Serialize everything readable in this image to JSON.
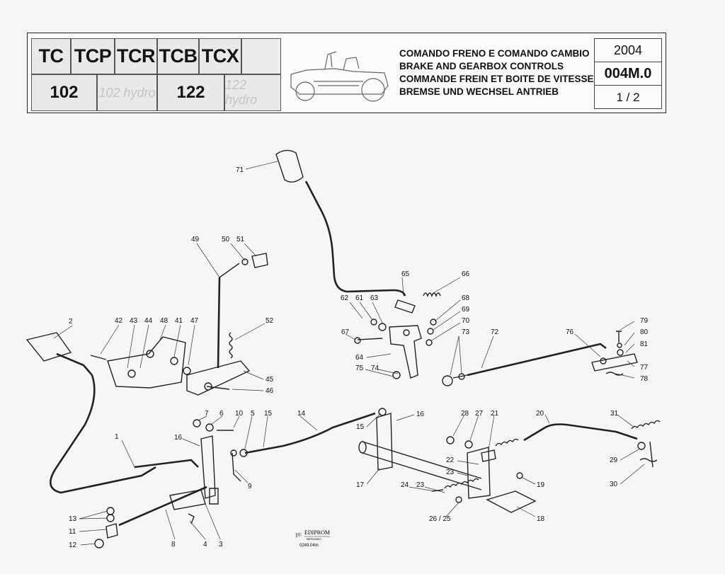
{
  "header": {
    "models": [
      "TC",
      "TCP",
      "TCR",
      "TCB",
      "TCX"
    ],
    "numbers": [
      "102",
      "102 hydro",
      "122",
      "122 hydro"
    ],
    "titles": [
      "COMANDO FRENO E COMANDO CAMBIO",
      "BRAKE AND GEARBOX CONTROLS",
      "COMMANDE FREIN ET BOITE DE VITESSE",
      "BREMSE UND WECHSEL ANTRIEB"
    ],
    "year": "2004",
    "code": "004M.0",
    "page": "1 / 2"
  },
  "footer": {
    "publisher": "EDIPROM",
    "publisher_city": "BERGAMO",
    "ref": "0249.04m"
  },
  "labels": [
    {
      "id": "l71",
      "text": "71"
    },
    {
      "id": "l49",
      "text": "49"
    },
    {
      "id": "l50",
      "text": "50"
    },
    {
      "id": "l51",
      "text": "51"
    },
    {
      "id": "l65",
      "text": "65"
    },
    {
      "id": "l66",
      "text": "66"
    },
    {
      "id": "l62",
      "text": "62"
    },
    {
      "id": "l61",
      "text": "61"
    },
    {
      "id": "l63",
      "text": "63"
    },
    {
      "id": "l68",
      "text": "68"
    },
    {
      "id": "l69",
      "text": "69"
    },
    {
      "id": "l70",
      "text": "70"
    },
    {
      "id": "l73",
      "text": "73"
    },
    {
      "id": "l72",
      "text": "72"
    },
    {
      "id": "l67",
      "text": "67"
    },
    {
      "id": "l64",
      "text": "64"
    },
    {
      "id": "l75",
      "text": "75"
    },
    {
      "id": "l74",
      "text": "74"
    },
    {
      "id": "l76",
      "text": "76"
    },
    {
      "id": "l79",
      "text": "79"
    },
    {
      "id": "l80",
      "text": "80"
    },
    {
      "id": "l81",
      "text": "81"
    },
    {
      "id": "l77",
      "text": "77"
    },
    {
      "id": "l78",
      "text": "78"
    },
    {
      "id": "l2",
      "text": "2"
    },
    {
      "id": "l42",
      "text": "42"
    },
    {
      "id": "l43",
      "text": "43"
    },
    {
      "id": "l44",
      "text": "44"
    },
    {
      "id": "l48",
      "text": "48"
    },
    {
      "id": "l41",
      "text": "41"
    },
    {
      "id": "l47",
      "text": "47"
    },
    {
      "id": "l52",
      "text": "52"
    },
    {
      "id": "l45",
      "text": "45"
    },
    {
      "id": "l46",
      "text": "46"
    },
    {
      "id": "l7",
      "text": "7"
    },
    {
      "id": "l6",
      "text": "6"
    },
    {
      "id": "l10",
      "text": "10"
    },
    {
      "id": "l5",
      "text": "5"
    },
    {
      "id": "l15a",
      "text": "15"
    },
    {
      "id": "l14",
      "text": "14"
    },
    {
      "id": "l15b",
      "text": "15"
    },
    {
      "id": "l16a",
      "text": "16"
    },
    {
      "id": "l16b",
      "text": "16"
    },
    {
      "id": "l28",
      "text": "28"
    },
    {
      "id": "l27",
      "text": "27"
    },
    {
      "id": "l21",
      "text": "21"
    },
    {
      "id": "l20",
      "text": "20"
    },
    {
      "id": "l31",
      "text": "31"
    },
    {
      "id": "l1",
      "text": "1"
    },
    {
      "id": "l9",
      "text": "9"
    },
    {
      "id": "l22",
      "text": "22"
    },
    {
      "id": "l23a",
      "text": "23"
    },
    {
      "id": "l17",
      "text": "17"
    },
    {
      "id": "l24",
      "text": "24"
    },
    {
      "id": "l23b",
      "text": "23"
    },
    {
      "id": "l19",
      "text": "19"
    },
    {
      "id": "l29",
      "text": "29"
    },
    {
      "id": "l30",
      "text": "30"
    },
    {
      "id": "l13",
      "text": "13"
    },
    {
      "id": "l11",
      "text": "11"
    },
    {
      "id": "l12",
      "text": "12"
    },
    {
      "id": "l8",
      "text": "8"
    },
    {
      "id": "l4",
      "text": "4"
    },
    {
      "id": "l3",
      "text": "3"
    },
    {
      "id": "l2625",
      "text": "26 / 25"
    },
    {
      "id": "l18",
      "text": "18"
    }
  ]
}
